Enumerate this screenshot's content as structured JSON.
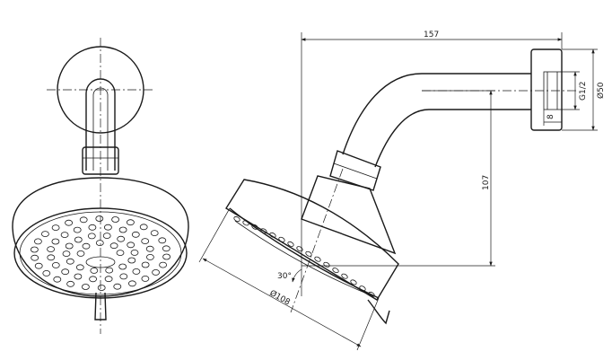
{
  "dimensions": {
    "arm_length": "157",
    "drop_height": "107",
    "thread": "G1/2",
    "flange_diameter": "Ø50",
    "flange_depth": "8",
    "head_diameter": "Ø108",
    "tilt_angle": "30°"
  },
  "colors": {
    "line": "#1a1a1a",
    "background": "#ffffff"
  }
}
